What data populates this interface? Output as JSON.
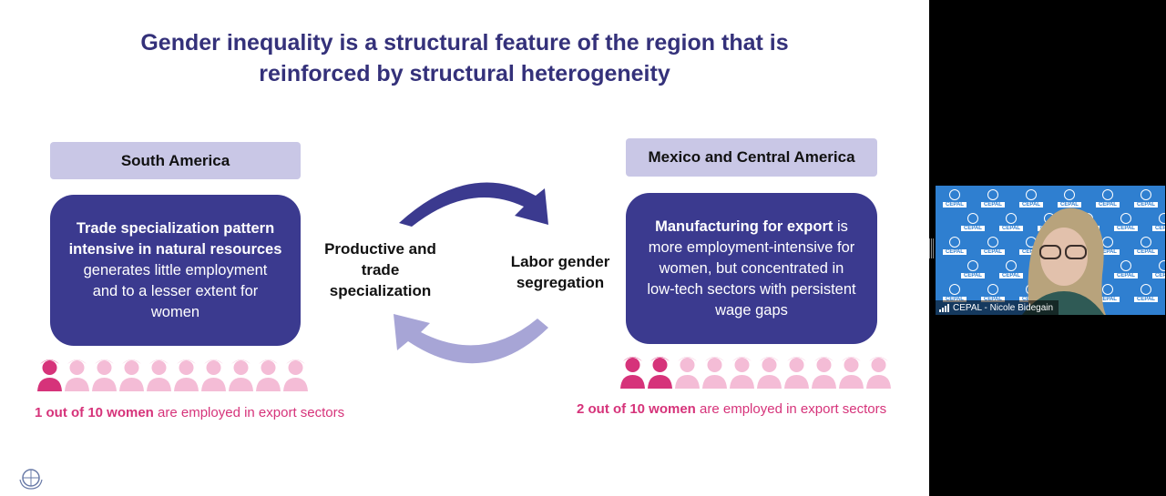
{
  "slide": {
    "title_line1": "Gender inequality is a structural feature of the region that is",
    "title_line2": "reinforced by structural heterogeneity",
    "left": {
      "region": "South America",
      "box_bold_line1": "Trade specialization pattern",
      "box_bold_line2": "intensive in natural resources",
      "box_line3": "generates little employment",
      "box_line4": "and to a lesser extent for",
      "box_line5": "women",
      "stat_bold": "1 out of 10 women",
      "stat_rest": " are employed in export sectors",
      "highlighted_people": 1,
      "total_people": 10
    },
    "center": {
      "left_line1": "Productive and",
      "left_line2": "trade",
      "left_line3": "specialization",
      "right_line1": "Labor gender",
      "right_line2": "segregation"
    },
    "right": {
      "region": "Mexico and Central America",
      "box_bold": "Manufacturing for export",
      "box_after_bold": " is",
      "box_line2": "more employment-intensive for",
      "box_line3": "women, but concentrated in",
      "box_line4": "low-tech sectors with persistent",
      "box_line5": "wage gaps",
      "stat_bold": "2 out of 10 women",
      "stat_rest": " are employed in export sectors",
      "highlighted_people": 2,
      "total_people": 10
    }
  },
  "video": {
    "participant_label": "CEPAL - Nicole Bidegain",
    "background_tag": "CEPAL"
  },
  "colors": {
    "title": "#34317a",
    "box": "#3b3a8f",
    "label_bg": "#c9c7e6",
    "arrow_dark": "#3b3a8f",
    "arrow_light": "#a7a5d6",
    "accent_pink": "#d6337a",
    "person_light": "#f4bcd6",
    "video_bg": "#2f7fd0"
  },
  "icons": [
    "un-emblem-icon",
    "person-icon",
    "circular-arrow-icon",
    "signal-bars-icon",
    "drag-handle-icon"
  ]
}
